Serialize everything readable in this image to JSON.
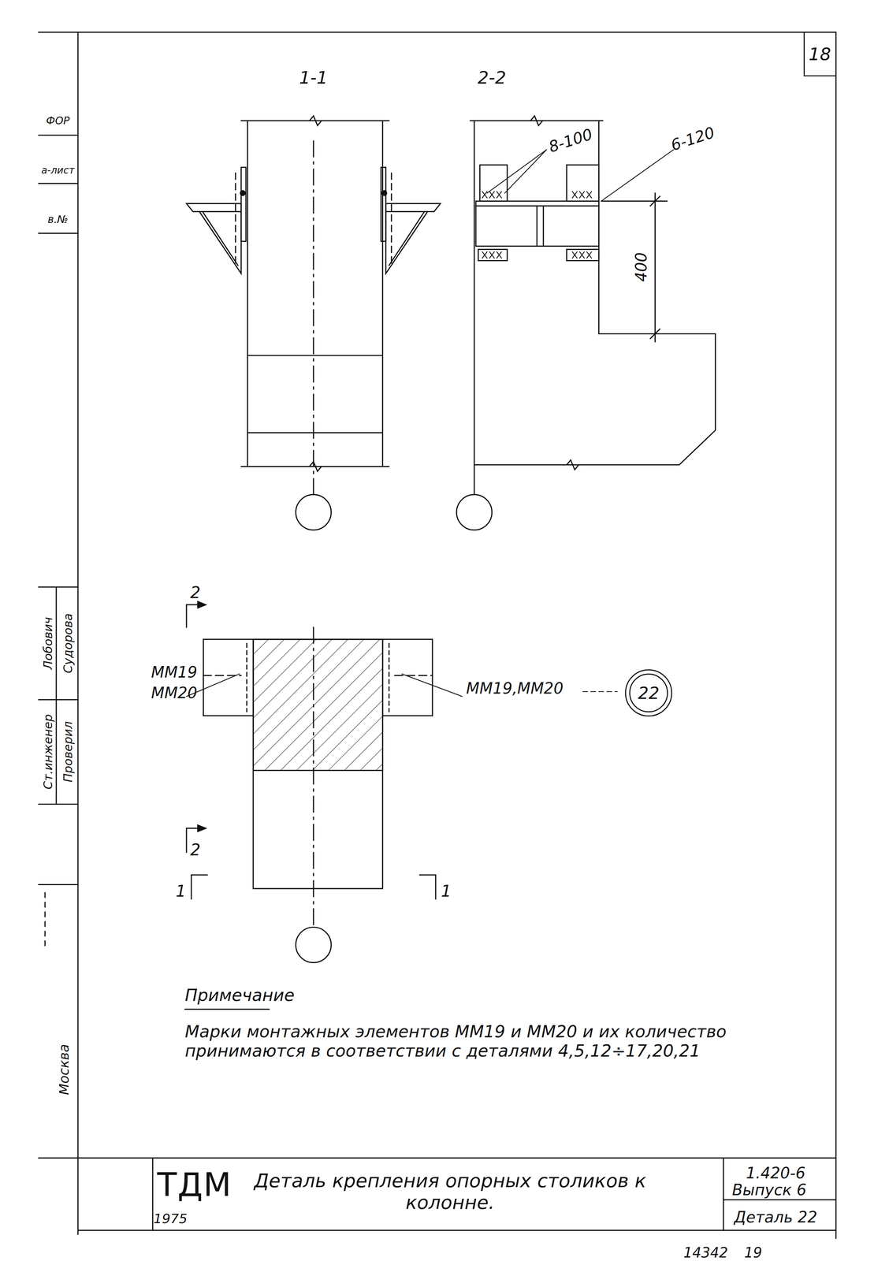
{
  "diagram": {
    "nodes": [
      {
        "text": [
          "18"
        ]
      },
      {
        "text": [
          "22"
        ]
      }
    ],
    "labels": [
      "ФОР",
      "а-лист",
      "в.№",
      "1-1",
      "2-2",
      "8-100",
      "6-120",
      "400",
      "2",
      "2",
      "1",
      "1",
      "ММ19",
      "ММ20",
      "ММ19,ММ20",
      "Ст.инженер",
      "Проверил",
      "Лобович",
      "Судорова",
      "Москва",
      "Примечание",
      "Марки монтажных элементов ММ19 и ММ20 и их количество принимаются в соответствии с деталями 4,5,12÷17,20,21",
      "ТДМ",
      "1975",
      "Деталь крепления опорных столиков к колонне.",
      "1.420-6",
      "Выпуск 6",
      "Деталь 22",
      "14342",
      "19"
    ]
  }
}
